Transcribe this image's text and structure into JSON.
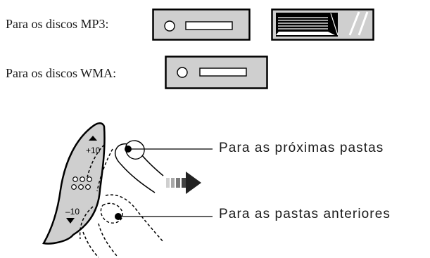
{
  "labels": {
    "mp3": "Para os discos MP3:",
    "wma": "Para os discos WMA:"
  },
  "callouts": {
    "next": "Para as próximas pastas",
    "previous": "Para as pastas anteriores"
  },
  "remote": {
    "up_label": "+10",
    "down_label": "–10"
  },
  "icons": [
    "disc-player-icon",
    "folder-display-icon",
    "remote-control-icon",
    "finger-icon",
    "arrow-right-icon"
  ]
}
